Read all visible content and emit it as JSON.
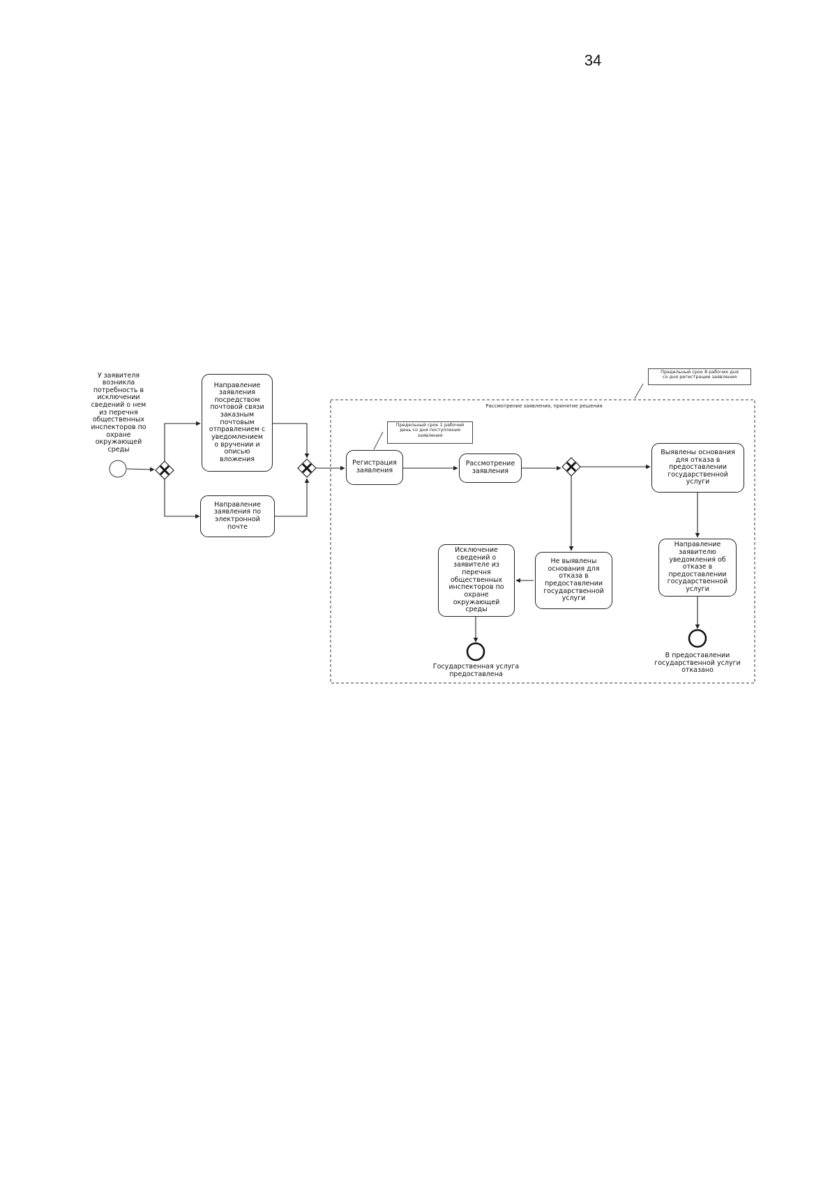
{
  "page": {
    "number": "34"
  },
  "start_event": {
    "label": "У заявителя\nвозникла\nпотребность в\nисключении\nсведений о нем\nиз перечня\nобщественных\nинспекторов по\nохране\nокружающей\nсреды"
  },
  "tasks": {
    "mail": "Направление\nзаявления\nпосредством\nпочтовой связи\nзаказным\nпочтовым\nотправлением с\nуведомлением\nо вручении и\nописью\nвложения",
    "email": "Направление\nзаявления по\nэлектронной\nпочте",
    "register": "Регистрация\nзаявления",
    "review": "Рассмотрение\nзаявления",
    "grounds_found": "Выявлены основания\nдля отказа в\nпредоставлении\nгосударственной\nуслуги",
    "notify": "Направление\nзаявителю\nуведомления об\nотказе в\nпредоставлении\nгосударственной\nуслуги",
    "no_grounds": "Не выявлены\nоснования для\nотказа в\nпредоставлении\nгосударственной\nуслуги",
    "exclude": "Исключение\nсведений о\nзаявителе из\nперечня\nобщественных\nинспекторов по\nохране\nокружающей\nсреды"
  },
  "annotations": {
    "registration_term": "Предельный срок 1 рабочий\nдень со дня поступления\nзаявления",
    "decision_term": "Предельный срок 8 рабочих дня\nсо дня регистрации заявления"
  },
  "group": {
    "label": "Рассмотрение заявления, принятие решения"
  },
  "end_events": {
    "provided": "Государственная услуга\nпредоставлена",
    "refused": "В предоставлении\nгосударственной услуги\nотказано"
  },
  "icons": {
    "gateway": "x-gateway-icon",
    "start": "start-event-icon",
    "end": "end-event-icon"
  },
  "colors": {
    "stroke": "#222222",
    "background": "#ffffff"
  }
}
